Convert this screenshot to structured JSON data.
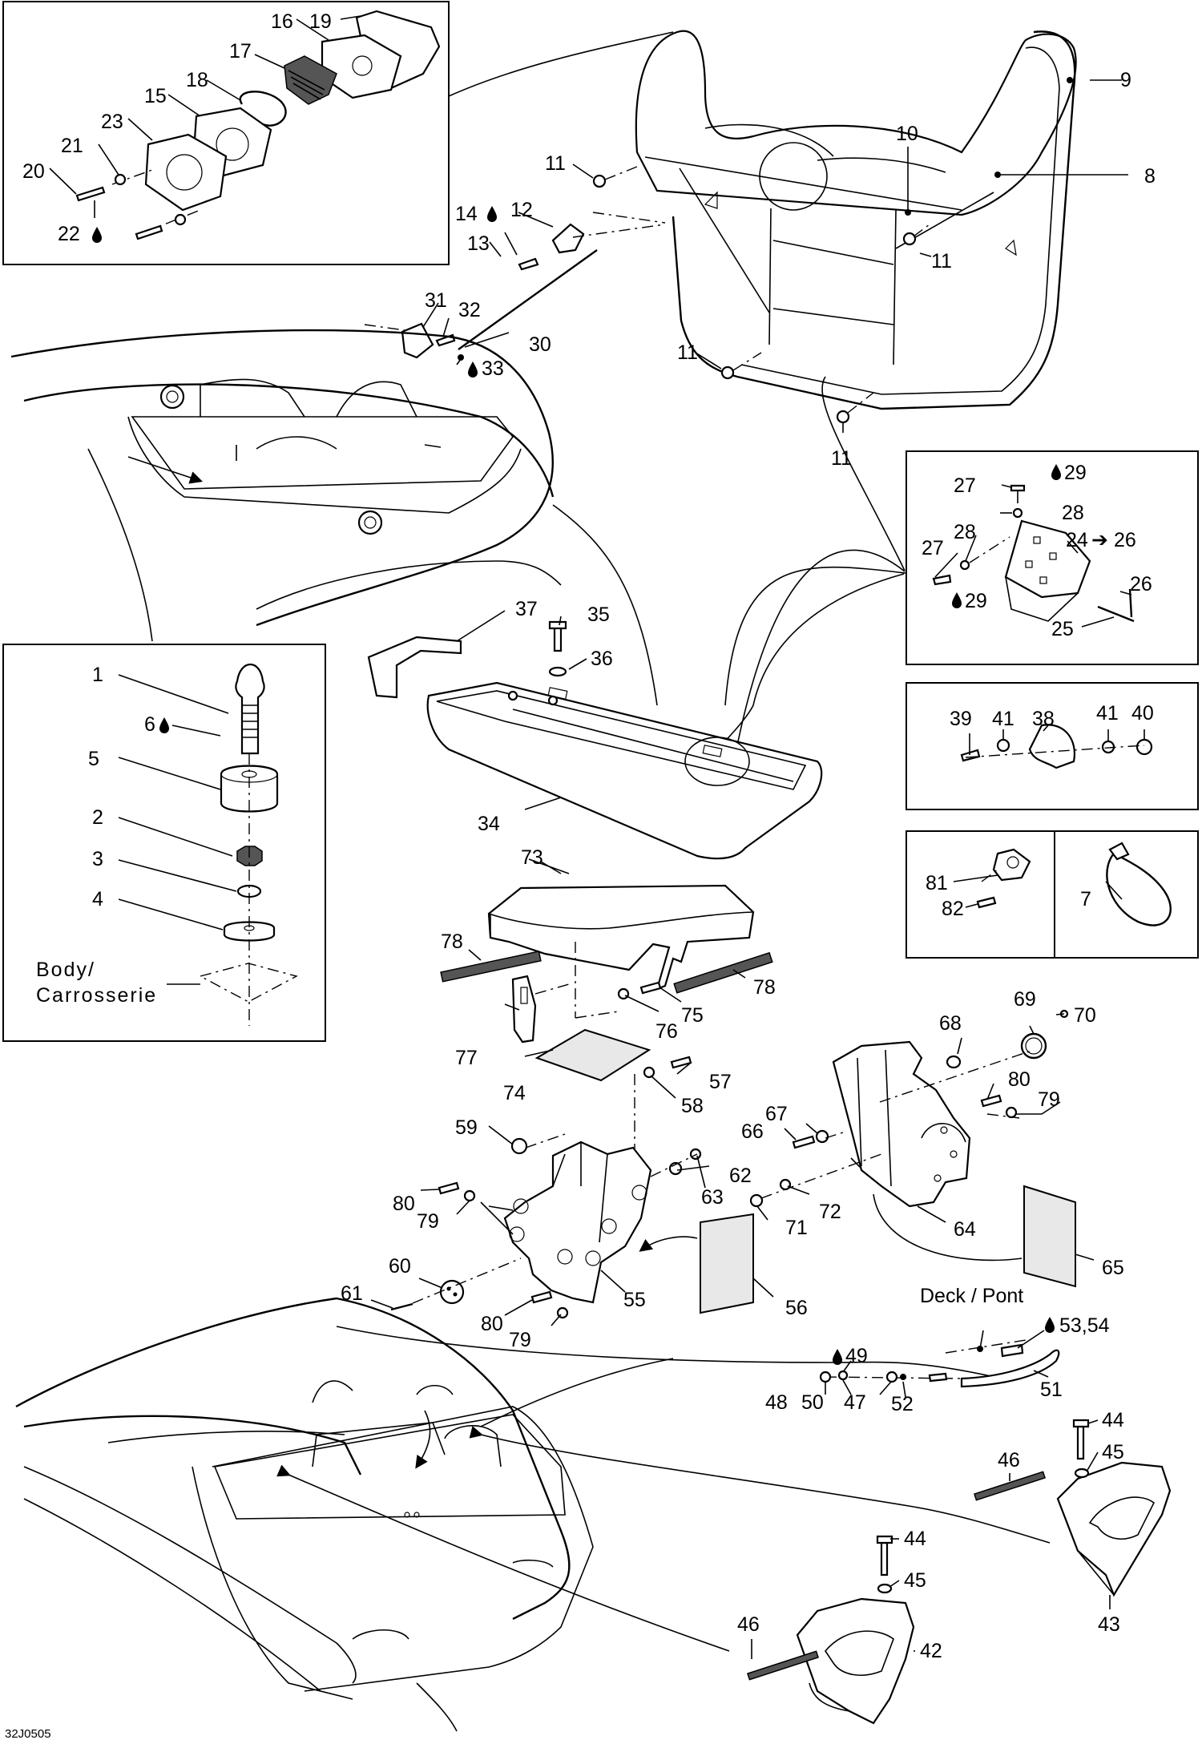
{
  "diagram": {
    "reference_code": "32J0505",
    "labels": {
      "body": "Body/",
      "body_fr": "Carrosserie",
      "deck": "Deck / Pont"
    },
    "callouts": [
      {
        "id": "c1",
        "text": "1"
      },
      {
        "id": "c2",
        "text": "2"
      },
      {
        "id": "c3",
        "text": "3"
      },
      {
        "id": "c4",
        "text": "4"
      },
      {
        "id": "c5",
        "text": "5"
      },
      {
        "id": "c6",
        "text": "6"
      },
      {
        "id": "c7",
        "text": "7"
      },
      {
        "id": "c8",
        "text": "8"
      },
      {
        "id": "c9",
        "text": "9"
      },
      {
        "id": "c10",
        "text": "10"
      },
      {
        "id": "c11a",
        "text": "11"
      },
      {
        "id": "c11b",
        "text": "11"
      },
      {
        "id": "c11c",
        "text": "11"
      },
      {
        "id": "c11d",
        "text": "11"
      },
      {
        "id": "c12",
        "text": "12"
      },
      {
        "id": "c13",
        "text": "13"
      },
      {
        "id": "c14",
        "text": "14"
      },
      {
        "id": "c15",
        "text": "15"
      },
      {
        "id": "c16",
        "text": "16"
      },
      {
        "id": "c17",
        "text": "17"
      },
      {
        "id": "c18",
        "text": "18"
      },
      {
        "id": "c19",
        "text": "19"
      },
      {
        "id": "c20",
        "text": "20"
      },
      {
        "id": "c21",
        "text": "21"
      },
      {
        "id": "c22",
        "text": "22"
      },
      {
        "id": "c23",
        "text": "23"
      },
      {
        "id": "c24",
        "text": "24"
      },
      {
        "id": "c26a",
        "text": "26"
      },
      {
        "id": "c25",
        "text": "25"
      },
      {
        "id": "c26b",
        "text": "26"
      },
      {
        "id": "c27a",
        "text": "27"
      },
      {
        "id": "c27b",
        "text": "27"
      },
      {
        "id": "c28a",
        "text": "28"
      },
      {
        "id": "c28b",
        "text": "28"
      },
      {
        "id": "c29a",
        "text": "29"
      },
      {
        "id": "c29b",
        "text": "29"
      },
      {
        "id": "c30",
        "text": "30"
      },
      {
        "id": "c31",
        "text": "31"
      },
      {
        "id": "c32",
        "text": "32"
      },
      {
        "id": "c33",
        "text": "33"
      },
      {
        "id": "c34",
        "text": "34"
      },
      {
        "id": "c35",
        "text": "35"
      },
      {
        "id": "c36",
        "text": "36"
      },
      {
        "id": "c37",
        "text": "37"
      },
      {
        "id": "c38",
        "text": "38"
      },
      {
        "id": "c39",
        "text": "39"
      },
      {
        "id": "c40",
        "text": "40"
      },
      {
        "id": "c41a",
        "text": "41"
      },
      {
        "id": "c41b",
        "text": "41"
      },
      {
        "id": "c42",
        "text": "42"
      },
      {
        "id": "c43",
        "text": "43"
      },
      {
        "id": "c44a",
        "text": "44"
      },
      {
        "id": "c44b",
        "text": "44"
      },
      {
        "id": "c45a",
        "text": "45"
      },
      {
        "id": "c45b",
        "text": "45"
      },
      {
        "id": "c46a",
        "text": "46"
      },
      {
        "id": "c46b",
        "text": "46"
      },
      {
        "id": "c47",
        "text": "47"
      },
      {
        "id": "c48",
        "text": "48"
      },
      {
        "id": "c49",
        "text": "49"
      },
      {
        "id": "c50",
        "text": "50"
      },
      {
        "id": "c51",
        "text": "51"
      },
      {
        "id": "c52",
        "text": "52"
      },
      {
        "id": "c5354",
        "text": "53,54"
      },
      {
        "id": "c55",
        "text": "55"
      },
      {
        "id": "c56",
        "text": "56"
      },
      {
        "id": "c57",
        "text": "57"
      },
      {
        "id": "c58",
        "text": "58"
      },
      {
        "id": "c59",
        "text": "59"
      },
      {
        "id": "c60",
        "text": "60"
      },
      {
        "id": "c61",
        "text": "61"
      },
      {
        "id": "c62",
        "text": "62"
      },
      {
        "id": "c63",
        "text": "63"
      },
      {
        "id": "c64",
        "text": "64"
      },
      {
        "id": "c65",
        "text": "65"
      },
      {
        "id": "c66",
        "text": "66"
      },
      {
        "id": "c67",
        "text": "67"
      },
      {
        "id": "c68",
        "text": "68"
      },
      {
        "id": "c69",
        "text": "69"
      },
      {
        "id": "c70",
        "text": "70"
      },
      {
        "id": "c71",
        "text": "71"
      },
      {
        "id": "c72",
        "text": "72"
      },
      {
        "id": "c73",
        "text": "73"
      },
      {
        "id": "c74",
        "text": "74"
      },
      {
        "id": "c75",
        "text": "75"
      },
      {
        "id": "c76",
        "text": "76"
      },
      {
        "id": "c77",
        "text": "77"
      },
      {
        "id": "c78a",
        "text": "78"
      },
      {
        "id": "c78b",
        "text": "78"
      },
      {
        "id": "c79a",
        "text": "79"
      },
      {
        "id": "c79b",
        "text": "79"
      },
      {
        "id": "c79c",
        "text": "79"
      },
      {
        "id": "c80a",
        "text": "80"
      },
      {
        "id": "c80b",
        "text": "80"
      },
      {
        "id": "c80c",
        "text": "80"
      },
      {
        "id": "c81",
        "text": "81"
      },
      {
        "id": "c82",
        "text": "82"
      }
    ]
  }
}
